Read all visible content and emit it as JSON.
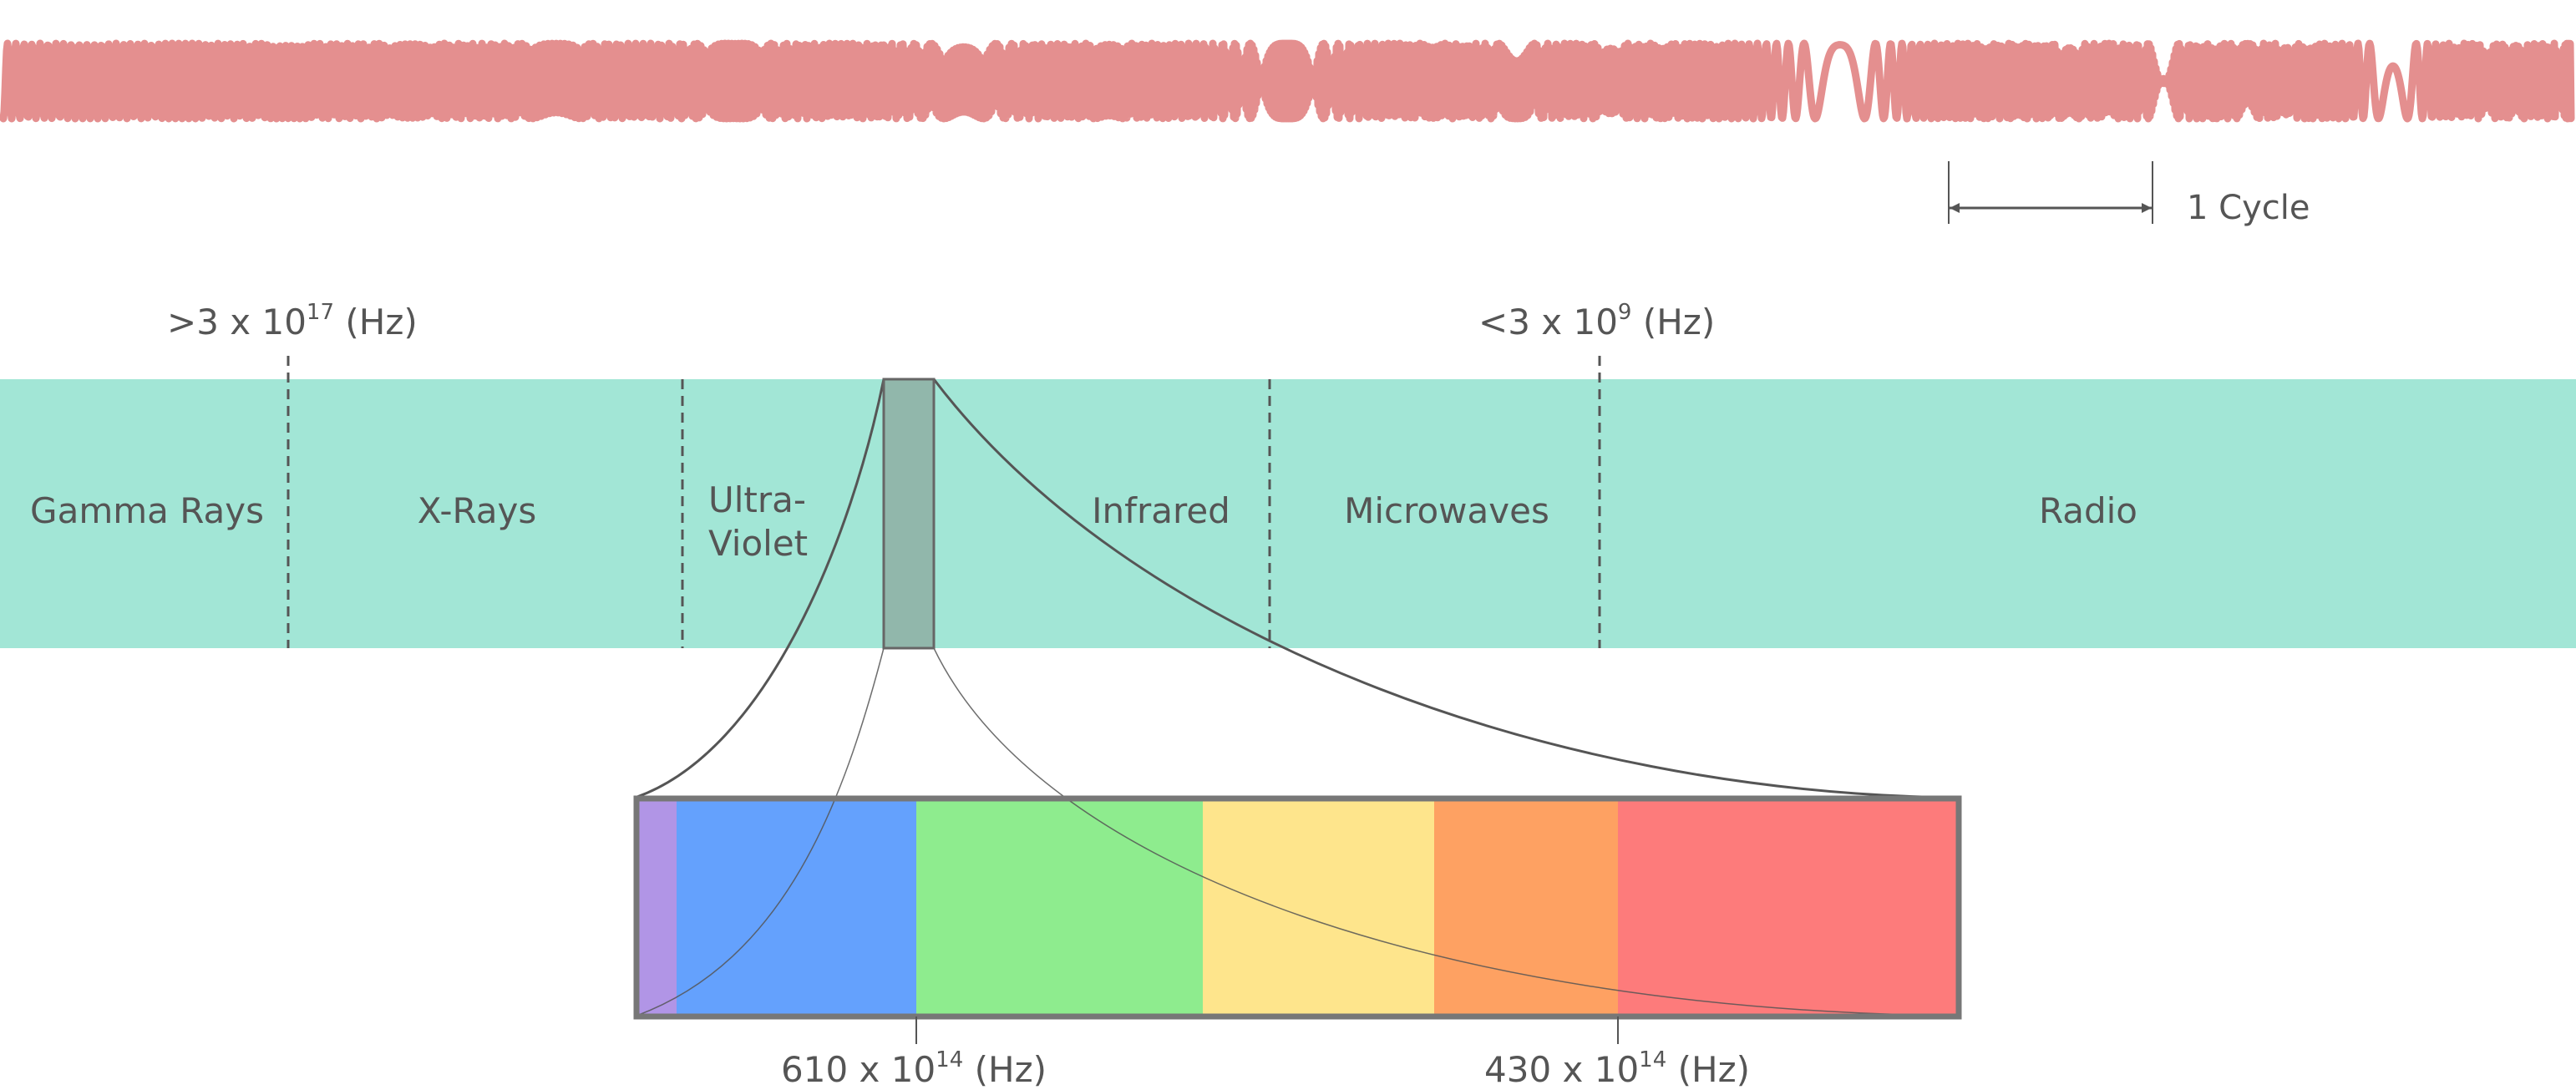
{
  "colors": {
    "wave": "#e48f8f",
    "band": "#a2e6d6",
    "visible_marker": "#91b7ab",
    "divider": "#555555",
    "visible_frame": "#777777",
    "spectrum": [
      "#b195e6",
      "#64a1fd",
      "#8eec8e",
      "#fee58c",
      "#fea162",
      "#fd7b7b"
    ]
  },
  "wave_annotation": {
    "label": "1 Cycle"
  },
  "frequency_labels": {
    "upper_left": {
      "base": ">3 x 10",
      "exp": "17",
      "unit": " (Hz)"
    },
    "upper_right": {
      "base": "<3 x 10",
      "exp": "9",
      "unit": " (Hz)"
    },
    "lower_left": {
      "base": "610 x 10",
      "exp": "14",
      "unit": " (Hz)"
    },
    "lower_right": {
      "base": "430 x 10",
      "exp": "14",
      "unit": " (Hz)"
    }
  },
  "bands": {
    "gamma": "Gamma Rays",
    "xray": "X-Rays",
    "uv_line1": "Ultra-",
    "uv_line2": "Violet",
    "infrared": "Infrared",
    "microwave": "Microwaves",
    "radio": "Radio"
  },
  "icons": {
    "cycle_arrow": "double-headed-arrow-icon"
  }
}
